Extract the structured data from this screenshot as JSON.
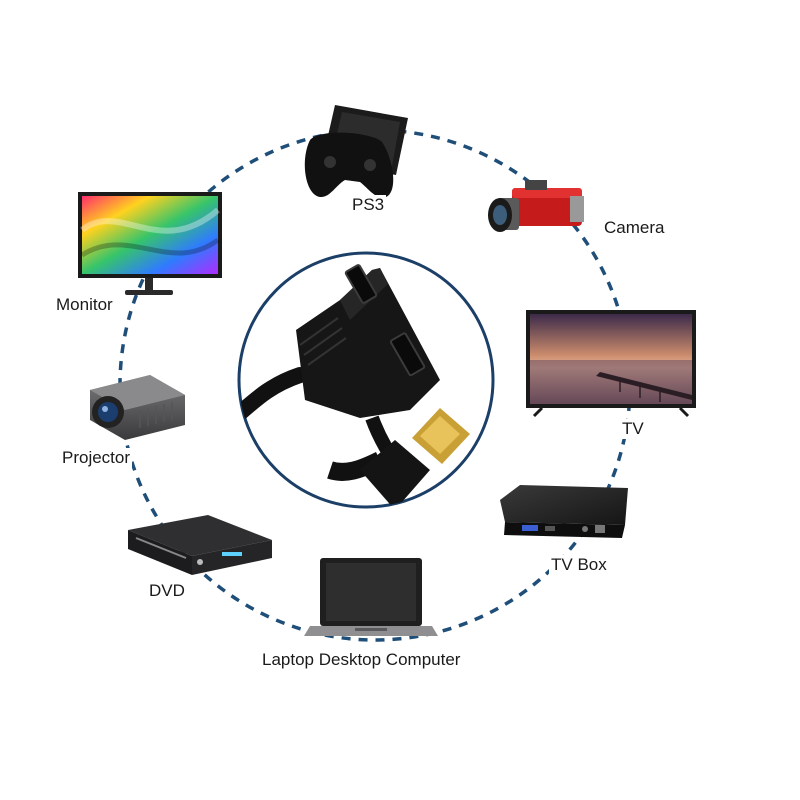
{
  "devices": {
    "ps3": "PS3",
    "camera": "Camera",
    "monitor": "Monitor",
    "tv": "TV",
    "projector": "Projector",
    "tv_box": "TV Box",
    "dvd": "DVD",
    "laptop": "Laptop Desktop Computer"
  },
  "colors": {
    "ring": "#1f4e79",
    "hub_border": "#1c3f68",
    "cable": "#1a1a1a",
    "connector_gold": "#c9a035",
    "camera_body": "#c61b1b"
  },
  "icons": {
    "hub": "hdmi-splitter-cable-icon",
    "ps3": "game-console-icon",
    "camera": "camcorder-icon",
    "monitor": "monitor-icon",
    "tv": "tv-icon",
    "projector": "projector-icon",
    "tv_box": "tv-box-icon",
    "dvd": "dvd-player-icon",
    "laptop": "laptop-icon"
  }
}
